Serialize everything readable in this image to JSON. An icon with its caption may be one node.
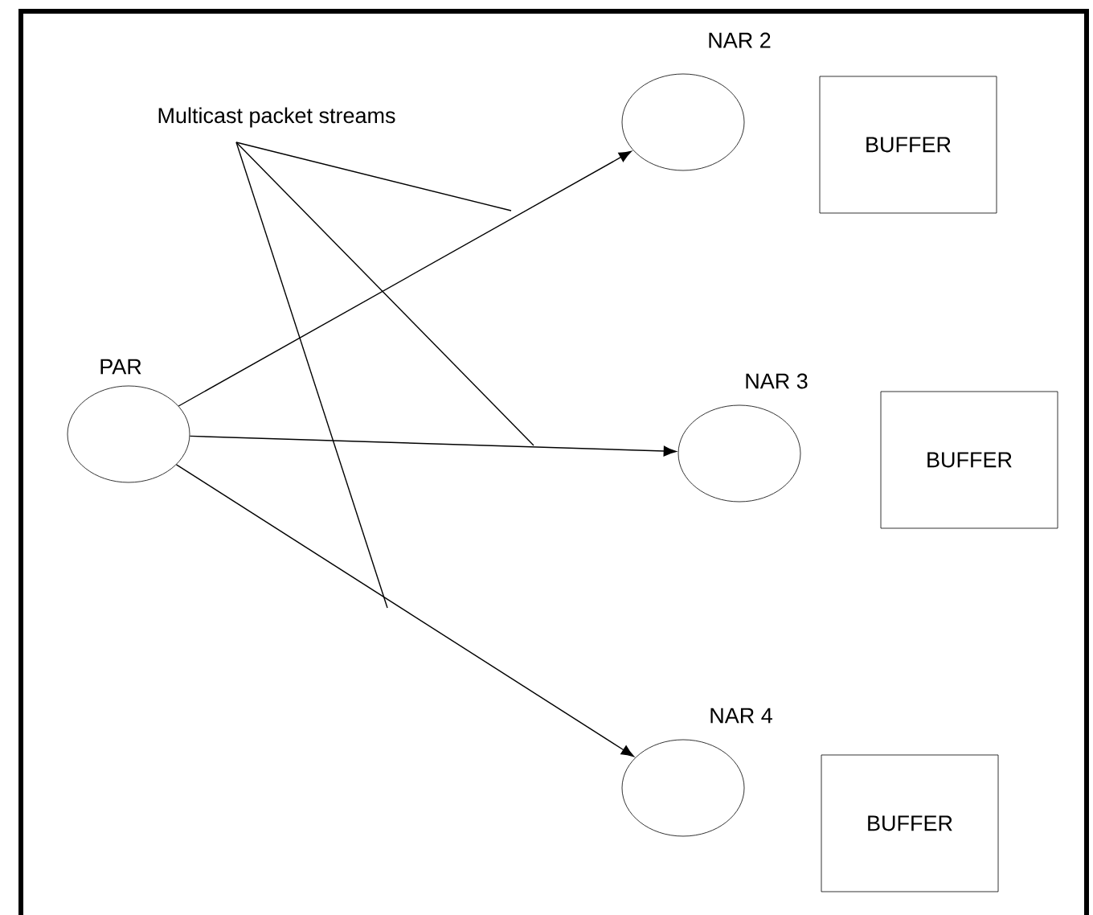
{
  "diagram": {
    "nodes": [
      {
        "text": [
          "Multicast packet streams"
        ]
      },
      {
        "text": [
          "PAR"
        ]
      },
      {
        "text": [
          "NAR 2"
        ]
      },
      {
        "text": [
          "BUFFER"
        ]
      },
      {
        "text": [
          "NAR 3"
        ]
      },
      {
        "text": [
          "BUFFER"
        ]
      },
      {
        "text": [
          "NAR 4"
        ]
      },
      {
        "text": [
          "BUFFER"
        ]
      }
    ],
    "edges": [
      {
        "from": 1,
        "to": 2,
        "arrow": "to"
      },
      {
        "from": 1,
        "to": 4,
        "arrow": "to"
      },
      {
        "from": 1,
        "to": 6,
        "arrow": "to"
      },
      {
        "from": 0,
        "to": null,
        "arrow": "none"
      },
      {
        "from": 0,
        "to": null,
        "arrow": "none"
      },
      {
        "from": 0,
        "to": null,
        "arrow": "none"
      }
    ]
  }
}
